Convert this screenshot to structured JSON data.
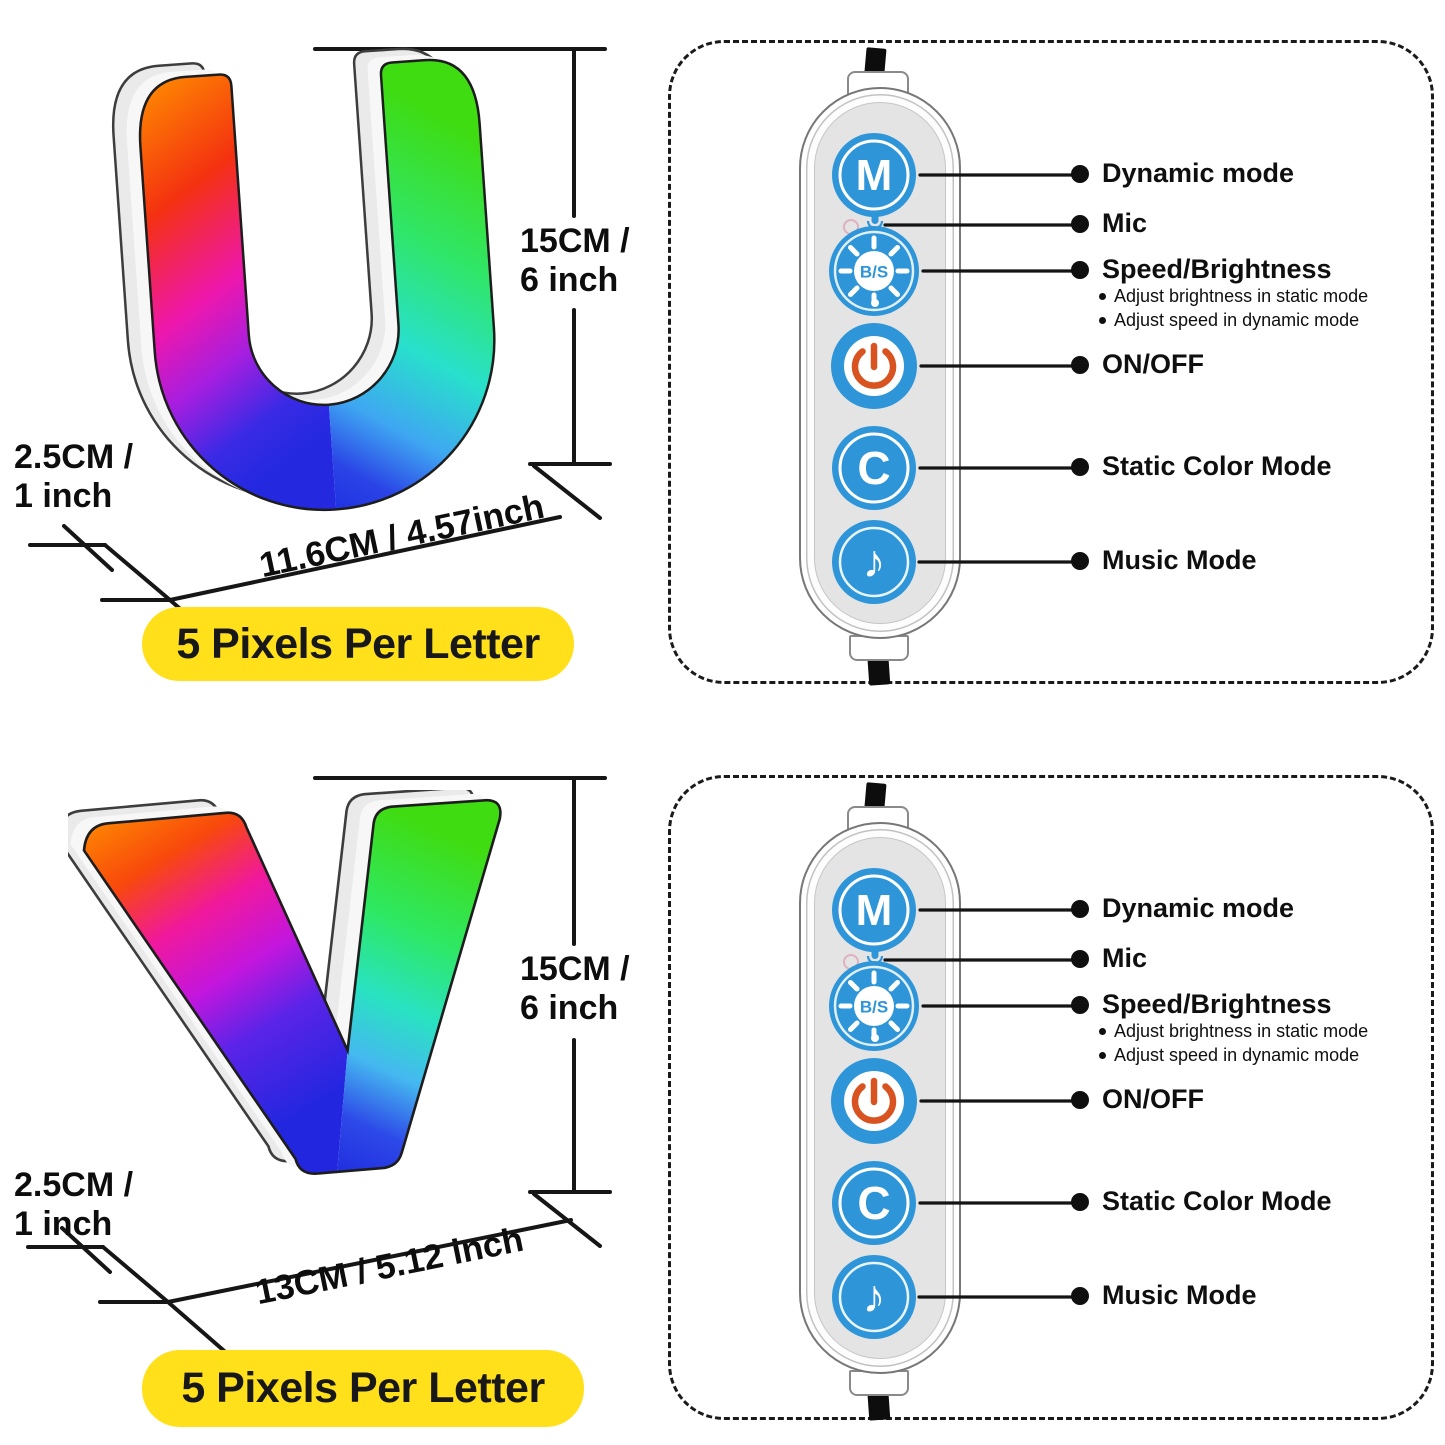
{
  "letters": [
    {
      "glyph": "U",
      "height_label": "15CM /\n6 inch",
      "depth_label": "2.5CM /\n1 inch",
      "width_label": "11.6CM / 4.57inch",
      "badge": "5 Pixels Per Letter"
    },
    {
      "glyph": "V",
      "height_label": "15CM /\n6 inch",
      "depth_label": "2.5CM /\n1 inch",
      "width_label": "13CM / 5.12 inch",
      "badge": "5 Pixels Per Letter"
    }
  ],
  "remote": {
    "button_m_glyph": "M",
    "button_bs_glyph": "B/S",
    "button_c_glyph": "C",
    "music_note_glyph": "♪",
    "labels": [
      {
        "title": "Dynamic mode"
      },
      {
        "title": "Mic"
      },
      {
        "title": "Speed/Brightness",
        "note1": "Adjust brightness in static mode",
        "note2": "Adjust speed in dynamic mode"
      },
      {
        "title": "ON/OFF"
      },
      {
        "title": "Static Color Mode"
      },
      {
        "title": "Music Mode"
      }
    ],
    "icons": {
      "mode": "m-button",
      "mic": "mic-icon",
      "speed_brightness": "sun-icon",
      "power": "power-icon",
      "static_color": "c-button",
      "music": "music-note-icon"
    }
  },
  "colors": {
    "button_blue": "#2e96d8",
    "power_orange": "#d85320",
    "badge_yellow": "#ffe01b",
    "line_black": "#161616"
  }
}
